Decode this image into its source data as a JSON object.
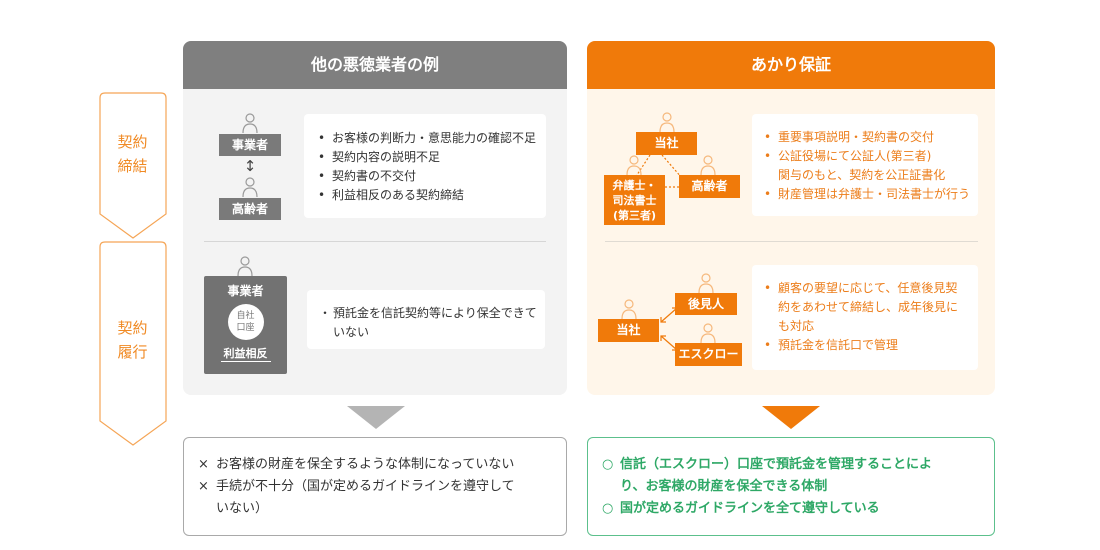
{
  "side_steps": [
    {
      "label_line1": "契約",
      "label_line2": "締結"
    },
    {
      "label_line1": "契約",
      "label_line2": "履行"
    }
  ],
  "left_panel": {
    "title": "他の悪徳業者の例",
    "contract_signing": {
      "role_top": "事業者",
      "role_bottom": "高齢者",
      "arrow_glyph": "↕",
      "bullets": [
        "お客様の判断力・意思能力の確認不足",
        "契約内容の説明不足",
        "契約書の不交付",
        "利益相反のある契約締結"
      ]
    },
    "contract_execution": {
      "role": "事業者",
      "account_line1": "自社",
      "account_line2": "口座",
      "conflict_label": "利益相反",
      "bullet_mark": "・",
      "bullet_line1": "預託金を信託契約等により保全できて",
      "bullet_line2": "いない"
    }
  },
  "right_panel": {
    "title": "あかり保証",
    "contract_signing": {
      "role_company": "当社",
      "role_lawyer_line1": "弁護士・",
      "role_lawyer_line2": "司法書士",
      "role_lawyer_line3": "(第三者)",
      "role_elderly": "高齢者",
      "bullets": [
        "重要事項説明・契約書の交付",
        "公証役場にて公証人(第三者)",
        "財産管理は弁護士・司法書士が行う"
      ],
      "bullet2_cont": "関与のもと、契約を公正証書化"
    },
    "contract_execution": {
      "role_company": "当社",
      "role_guardian": "後見人",
      "role_escrow": "エスクロー",
      "bullet1_line1": "顧客の要望に応じて、任意後見契",
      "bullet1_line2": "約をあわせて締結し、成年後見に",
      "bullet1_line3": "も対応",
      "bullet2": "預託金を信託口で管理"
    }
  },
  "left_result": {
    "mark": "×",
    "line1": "お客様の財産を保全するような体制になっていない",
    "line2a": "手続が不十分（国が定めるガイドラインを遵守して",
    "line2b": "いない）"
  },
  "right_result": {
    "mark": "○",
    "line1a": "信託（エスクロー）口座で預託金を管理することによ",
    "line1b": "り、お客様の財産を保全できる体制",
    "line2": "国が定めるガイドラインを全て遵守している"
  },
  "colors": {
    "orange": "#f07a0a",
    "orange_text": "#ec7d1a",
    "side_orange": "#f08a24",
    "gray_header": "#7f7f7f",
    "gray_panel_bg": "#f3f3f3",
    "orange_panel_bg": "#fff6ea",
    "green": "#2ea866",
    "green_border": "#5cc08c"
  }
}
